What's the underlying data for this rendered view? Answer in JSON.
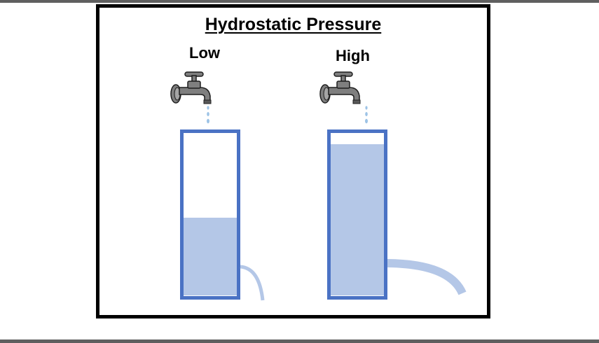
{
  "title": "Hydrostatic Pressure",
  "columns": [
    {
      "label": "Low",
      "fill_fraction": 0.48
    },
    {
      "label": "High",
      "fill_fraction": 0.93
    }
  ],
  "colors": {
    "background": "#ffffff",
    "frame": "#000000",
    "container_stroke": "#4a72c4",
    "water": "#b4c7e7",
    "faucet": "#7f7f7f",
    "faucet_outline": "#1f1f1f",
    "drip": "#9dc3e6"
  },
  "icons": [
    "faucet-icon",
    "water-drip-icon",
    "water-stream-icon"
  ]
}
